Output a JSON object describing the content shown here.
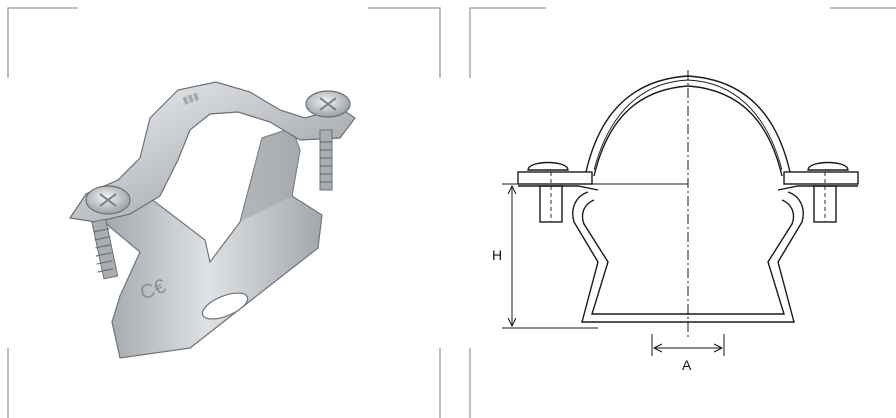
{
  "drawing": {
    "dimension_height_label": "H",
    "dimension_width_label": "A"
  },
  "colors": {
    "metal_light": "#e6e8ea",
    "metal_mid": "#b9bdc2",
    "metal_dark": "#7d8388",
    "line": "#1a1a1a",
    "frame": "#9a9a9a"
  },
  "icons": {
    "photo": "pipe-clamp-photo",
    "drawing": "pipe-clamp-technical-drawing"
  }
}
